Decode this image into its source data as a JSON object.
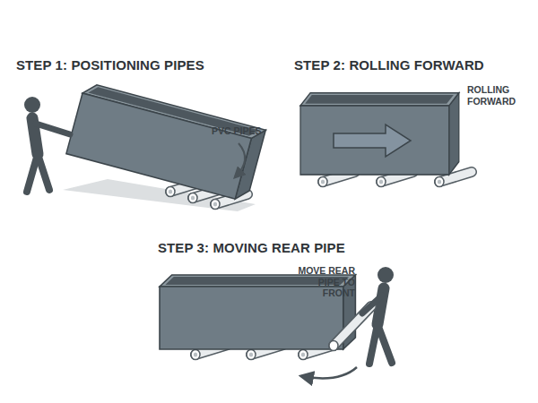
{
  "diagram": {
    "labels": [
      "STEP 1: POSITIONING PIPES",
      "PVC PIPES",
      "STEP 2: ROLLING FORWARD",
      "ROLLING FORWARD",
      "STEP 3: MOVING REAR PIPE",
      "MOVE REAR PIPE TO FRONT"
    ]
  }
}
